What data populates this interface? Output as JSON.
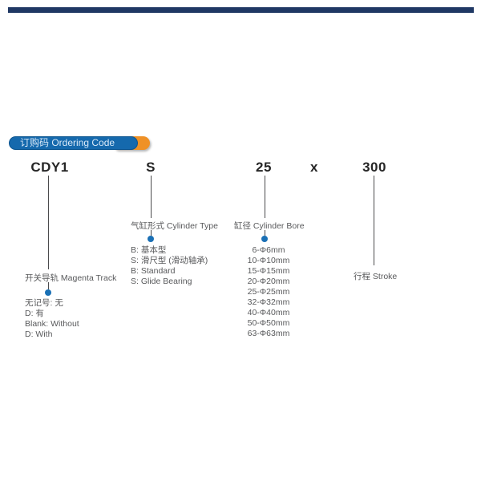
{
  "banner": {
    "label": "订购码 Ordering Code",
    "blue_color": "#1569ad",
    "orange_color": "#ef9126",
    "text_color": "#d9e9f8"
  },
  "top_rule_color": "#1f3864",
  "code": {
    "parts": [
      {
        "name": "series",
        "text": "CDY1"
      },
      {
        "name": "type",
        "text": "S"
      },
      {
        "name": "bore",
        "text": "25"
      },
      {
        "name": "separator",
        "text": "x"
      },
      {
        "name": "stroke",
        "text": "300"
      }
    ]
  },
  "columns": {
    "magnet_track": {
      "label": "开关导轨 Magenta Track",
      "items": [
        "无记号: 无",
        "D: 有",
        "Blank: Without",
        "D: With"
      ]
    },
    "cylinder_type": {
      "label": "气缸形式 Cylinder Type",
      "items": [
        "B: 基本型",
        "S: 滑尺型 (滑动轴承)",
        "B: Standard",
        "S: Glide Bearing"
      ]
    },
    "cylinder_bore": {
      "label": "缸径 Cylinder Bore",
      "items": [
        "6-Φ6mm",
        "10-Φ10mm",
        "15-Φ15mm",
        "20-Φ20mm",
        "25-Φ25mm",
        "32-Φ32mm",
        "40-Φ40mm",
        "50-Φ50mm",
        "63-Φ63mm"
      ]
    },
    "stroke": {
      "label": "行程 Stroke"
    }
  },
  "colors": {
    "dot": "#1a70b5",
    "connector_line": "#4b4b4d",
    "annotation_text": "#58595b",
    "code_text": "#262626"
  }
}
